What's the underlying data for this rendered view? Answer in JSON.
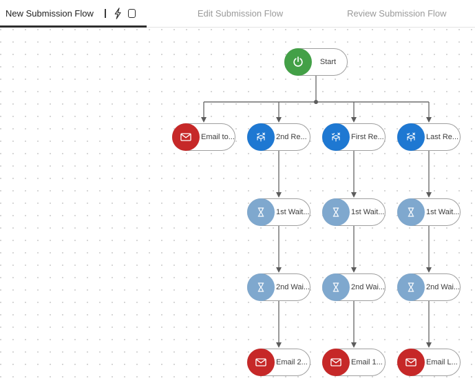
{
  "tabs": [
    {
      "label": "New Submission Flow",
      "active": true
    },
    {
      "label": "Edit Submission Flow",
      "active": false
    },
    {
      "label": "Review Submission Flow",
      "active": false
    }
  ],
  "active_tab": "New Submission Flow",
  "tab_icons": [
    "divider-bar-icon",
    "lightning-icon",
    "copy-square-icon"
  ],
  "colors": {
    "start_green": "#43A047",
    "email_red": "#C62828",
    "review_blue": "#1E78D2",
    "wait_blue": "#7FA8CE",
    "connector_gray": "#6E6E6E",
    "active_tab_underline": "#2E2E2E"
  },
  "nodes": [
    {
      "id": "start",
      "label": "Start",
      "icon": "power-icon"
    },
    {
      "id": "email-to",
      "label": "Email to...",
      "icon": "envelope-icon"
    },
    {
      "id": "second-review",
      "label": "2nd Re...",
      "icon": "review-icon"
    },
    {
      "id": "first-review",
      "label": "First Re...",
      "icon": "review-icon"
    },
    {
      "id": "last-review",
      "label": "Last Re...",
      "icon": "review-icon"
    },
    {
      "id": "first-wait-1",
      "label": "1st Wait...",
      "icon": "hourglass-icon"
    },
    {
      "id": "first-wait-2",
      "label": "1st Wait...",
      "icon": "hourglass-icon"
    },
    {
      "id": "first-wait-3",
      "label": "1st Wait...",
      "icon": "hourglass-icon"
    },
    {
      "id": "second-wait-1",
      "label": "2nd Wai...",
      "icon": "hourglass-icon"
    },
    {
      "id": "second-wait-2",
      "label": "2nd Wai...",
      "icon": "hourglass-icon"
    },
    {
      "id": "second-wait-3",
      "label": "2nd Wai...",
      "icon": "hourglass-icon"
    },
    {
      "id": "email-2",
      "label": "Email 2...",
      "icon": "envelope-icon"
    },
    {
      "id": "email-1",
      "label": "Email 1...",
      "icon": "envelope-icon"
    },
    {
      "id": "email-last",
      "label": "Email L...",
      "icon": "envelope-icon"
    }
  ],
  "edges": [
    {
      "from": "start",
      "to": "email-to"
    },
    {
      "from": "start",
      "to": "second-review"
    },
    {
      "from": "start",
      "to": "first-review"
    },
    {
      "from": "start",
      "to": "last-review"
    },
    {
      "from": "second-review",
      "to": "first-wait-1"
    },
    {
      "from": "first-review",
      "to": "first-wait-2"
    },
    {
      "from": "last-review",
      "to": "first-wait-3"
    },
    {
      "from": "first-wait-1",
      "to": "second-wait-1"
    },
    {
      "from": "first-wait-2",
      "to": "second-wait-2"
    },
    {
      "from": "first-wait-3",
      "to": "second-wait-3"
    },
    {
      "from": "second-wait-1",
      "to": "email-2"
    },
    {
      "from": "second-wait-2",
      "to": "email-1"
    },
    {
      "from": "second-wait-3",
      "to": "email-last"
    }
  ]
}
